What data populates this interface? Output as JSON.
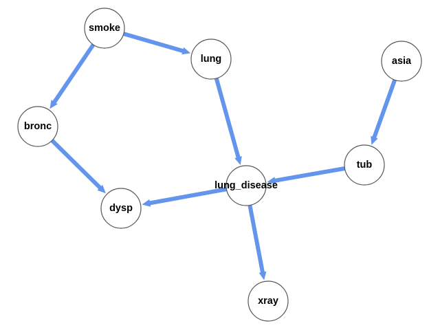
{
  "graph": {
    "edge_color": "#6495ED",
    "node_fill": "#ffffff",
    "node_stroke": "#555555",
    "nodes": [
      {
        "id": "smoke",
        "label": "smoke"
      },
      {
        "id": "lung",
        "label": "lung"
      },
      {
        "id": "asia",
        "label": "asia"
      },
      {
        "id": "bronc",
        "label": "bronc"
      },
      {
        "id": "tub",
        "label": "tub"
      },
      {
        "id": "lung_disease",
        "label": "lung_disease"
      },
      {
        "id": "dysp",
        "label": "dysp"
      },
      {
        "id": "xray",
        "label": "xray"
      }
    ],
    "edges": [
      {
        "from": "smoke",
        "to": "lung"
      },
      {
        "from": "smoke",
        "to": "bronc"
      },
      {
        "from": "lung",
        "to": "lung_disease"
      },
      {
        "from": "asia",
        "to": "tub"
      },
      {
        "from": "tub",
        "to": "lung_disease"
      },
      {
        "from": "bronc",
        "to": "dysp"
      },
      {
        "from": "lung_disease",
        "to": "dysp"
      },
      {
        "from": "lung_disease",
        "to": "xray"
      }
    ]
  }
}
